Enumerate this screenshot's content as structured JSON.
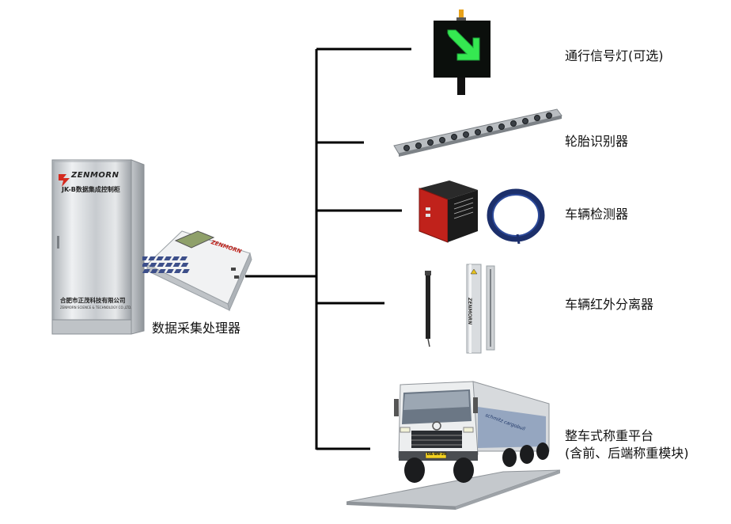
{
  "cabinet": {
    "brand": "ZENMORN",
    "model": "JK-B数据集成控制柜",
    "company_cn": "合肥市正茂科技有限公司",
    "company_en": "ZENMORN SCIENCE & TECHNOLOGY CO.,LTD."
  },
  "processor": {
    "brand": "ZENMORN",
    "label": "数据采集处理器"
  },
  "components": [
    {
      "label": "通行信号灯(可选)"
    },
    {
      "label": "轮胎识别器"
    },
    {
      "label": "车辆检测器"
    },
    {
      "label": "车辆红外分离器"
    },
    {
      "label_line1": "整车式称重平台",
      "label_line2": "(含前、后端称重模块)"
    }
  ],
  "infrared": {
    "brand": "ZENMORN"
  },
  "truck": {
    "plate": "DA-BN-28",
    "trailer_text": "schmitz cargobull"
  },
  "colors": {
    "line": "#000000",
    "signal_green": "#2fe84a",
    "steel": "#c9cdd2",
    "detector_red": "#c0221b"
  }
}
